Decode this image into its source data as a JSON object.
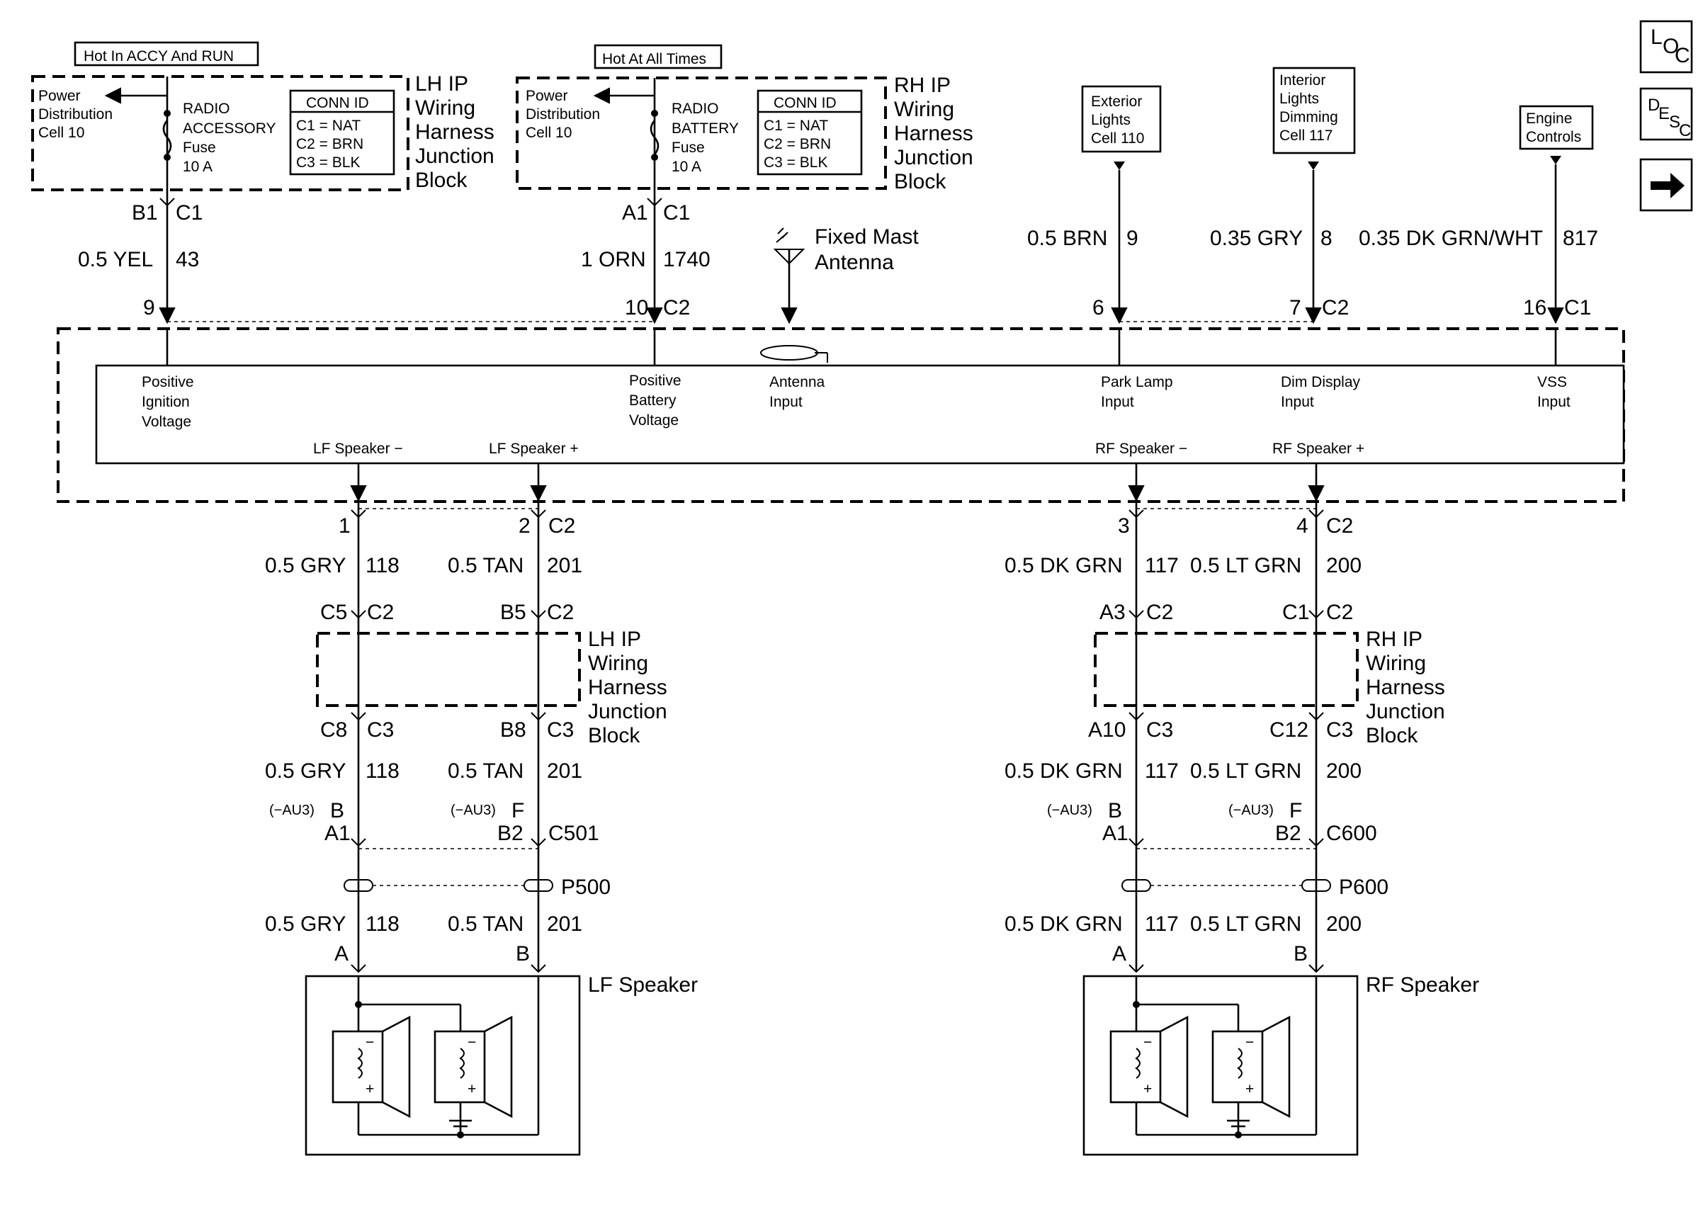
{
  "nav": {
    "loc_icon": "loc-icon",
    "desc_icon": "desc-icon",
    "next_icon": "arrow-right-icon",
    "loc_L": "L",
    "loc_O": "O",
    "loc_C": "C",
    "desc_D": "D",
    "desc_E": "E",
    "desc_S": "S",
    "desc_C": "C"
  },
  "lh_fuse": {
    "hot_label": "Hot In ACCY And RUN",
    "pdc": [
      "Power",
      "Distribution",
      "Cell 10"
    ],
    "fuse": [
      "RADIO",
      "ACCESSORY",
      "Fuse",
      "10 A"
    ],
    "conn_title": "CONN ID",
    "conn_rows": [
      "C1 = NAT",
      "C2 = BRN",
      "C3 = BLK"
    ],
    "block": [
      "LH IP",
      "Wiring",
      "Harness",
      "Junction",
      "Block"
    ]
  },
  "rh_fuse": {
    "hot_label": "Hot At All Times",
    "pdc": [
      "Power",
      "Distribution",
      "Cell 10"
    ],
    "fuse": [
      "RADIO",
      "BATTERY",
      "Fuse",
      "10 A"
    ],
    "conn_title": "CONN ID",
    "conn_rows": [
      "C1 = NAT",
      "C2 = BRN",
      "C3 = BLK"
    ],
    "block": [
      "RH IP",
      "Wiring",
      "Harness",
      "Junction",
      "Block"
    ]
  },
  "top_sources": {
    "exterior": [
      "Exterior",
      "Lights",
      "Cell 110"
    ],
    "interior": [
      "Interior",
      "Lights",
      "Dimming",
      "Cell 117"
    ],
    "engine": [
      "Engine",
      "Controls"
    ],
    "antenna": [
      "Fixed Mast",
      "Antenna"
    ]
  },
  "top_wires": {
    "acc_pin": "B1",
    "acc_conn": "C1",
    "acc_color": "0.5 YEL",
    "acc_circuit": "43",
    "bat_pin": "A1",
    "bat_conn": "C1",
    "bat_color": "1 ORN",
    "bat_circuit": "1740",
    "park_color": "0.5 BRN",
    "park_circuit": "9",
    "dim_color": "0.35 GRY",
    "dim_circuit": "8",
    "vss_color": "0.35 DK GRN/WHT",
    "vss_circuit": "817"
  },
  "radio_pins": {
    "p9": "9",
    "p10": "10",
    "c2a": "C2",
    "p6": "6",
    "p7": "7",
    "c2b": "C2",
    "p16": "16",
    "c1": "C1"
  },
  "radio_inputs": {
    "ign": [
      "Positive",
      "Ignition",
      "Voltage"
    ],
    "bat": [
      "Positive",
      "Battery",
      "Voltage"
    ],
    "ant": [
      "Antenna",
      "Input"
    ],
    "park": [
      "Park Lamp",
      "Input"
    ],
    "dim": [
      "Dim Display",
      "Input"
    ],
    "vss": [
      "VSS",
      "Input"
    ]
  },
  "radio_outputs": {
    "lf_minus": "LF Speaker −",
    "lf_plus": "LF Speaker +",
    "rf_minus": "RF Speaker −",
    "rf_plus": "RF Speaker +"
  },
  "left_branch": {
    "out_pin1": "1",
    "out_pin2": "2",
    "out_conn": "C2",
    "w1_color": "0.5 GRY",
    "w1_circuit": "118",
    "w2_color": "0.5 TAN",
    "w2_circuit": "201",
    "jb_in1": "C5",
    "jb_in1c": "C2",
    "jb_in2": "B5",
    "jb_in2c": "C2",
    "jb_name": [
      "LH IP",
      "Wiring",
      "Harness",
      "Junction",
      "Block"
    ],
    "jb_out1": "C8",
    "jb_out1c": "C3",
    "jb_out2": "B8",
    "jb_out2c": "C3",
    "au3_1": "(−AU3)",
    "au3_1_pin": "B",
    "au3_2": "(−AU3)",
    "au3_2_pin": "F",
    "c_pin1": "A1",
    "c_pin2": "B2",
    "c_conn": "C501",
    "p_conn": "P500",
    "spk_pin1": "A",
    "spk_pin2": "B",
    "speaker": "LF Speaker"
  },
  "right_branch": {
    "out_pin1": "3",
    "out_pin2": "4",
    "out_conn": "C2",
    "w1_color": "0.5 DK GRN",
    "w1_circuit": "117",
    "w2_color": "0.5 LT GRN",
    "w2_circuit": "200",
    "jb_in1": "A3",
    "jb_in1c": "C2",
    "jb_in2": "C1",
    "jb_in2c": "C2",
    "jb_name": [
      "RH IP",
      "Wiring",
      "Harness",
      "Junction",
      "Block"
    ],
    "jb_out1": "A10",
    "jb_out1c": "C3",
    "jb_out2": "C12",
    "jb_out2c": "C3",
    "au3_1": "(−AU3)",
    "au3_1_pin": "B",
    "au3_2": "(−AU3)",
    "au3_2_pin": "F",
    "c_pin1": "A1",
    "c_pin2": "B2",
    "c_conn": "C600",
    "p_conn": "P600",
    "spk_pin1": "A",
    "spk_pin2": "B",
    "speaker": "RF Speaker"
  }
}
